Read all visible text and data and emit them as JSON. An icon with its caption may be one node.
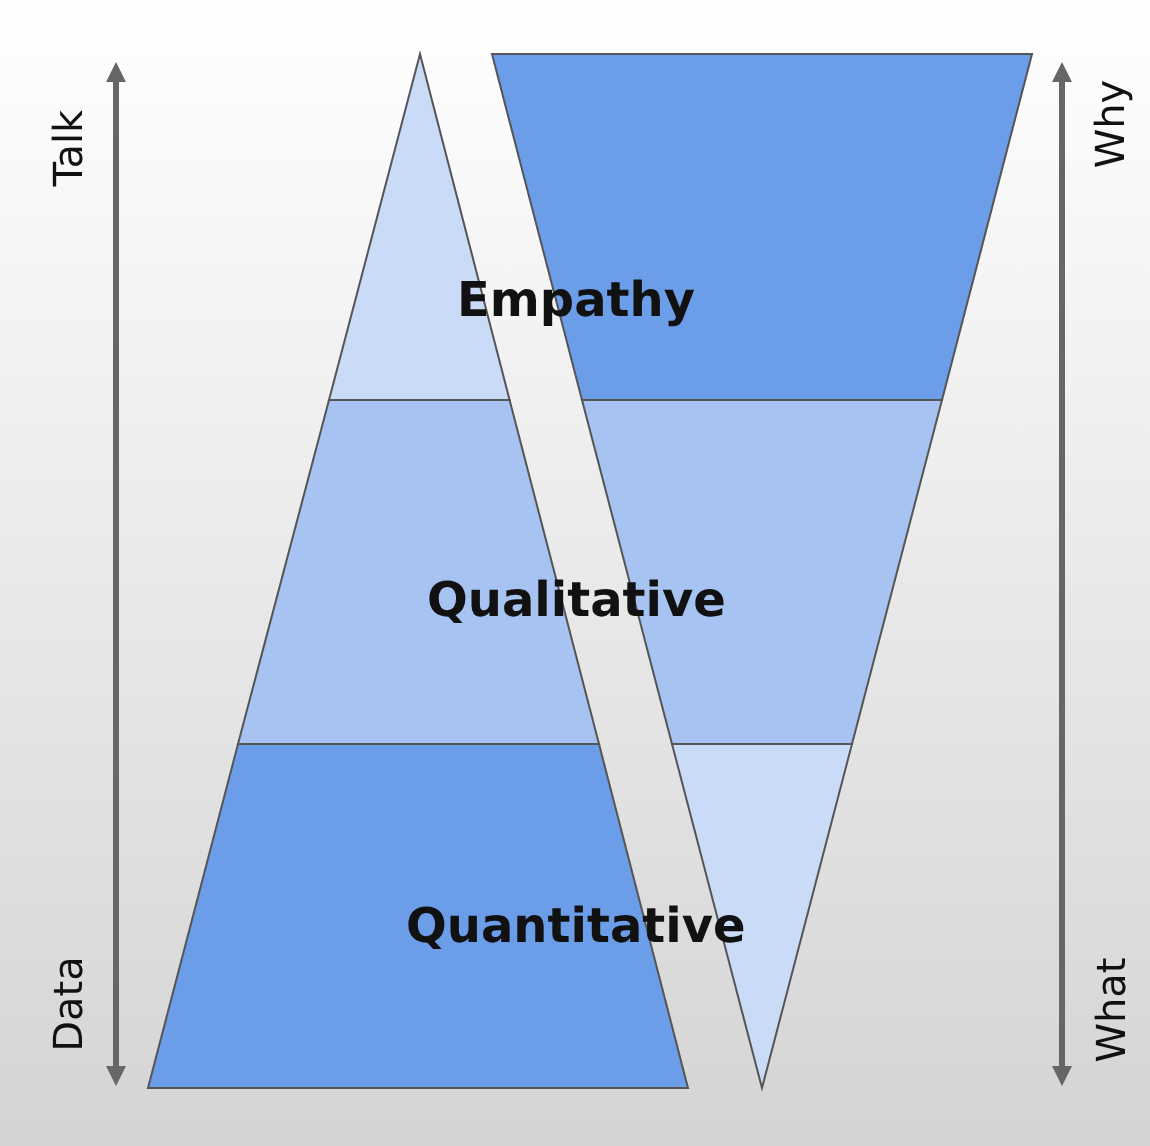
{
  "diagram": {
    "labels": [
      "Talk",
      "Why",
      "Empathy",
      "Qualitative",
      "Quantitative",
      "Data",
      "What"
    ]
  }
}
